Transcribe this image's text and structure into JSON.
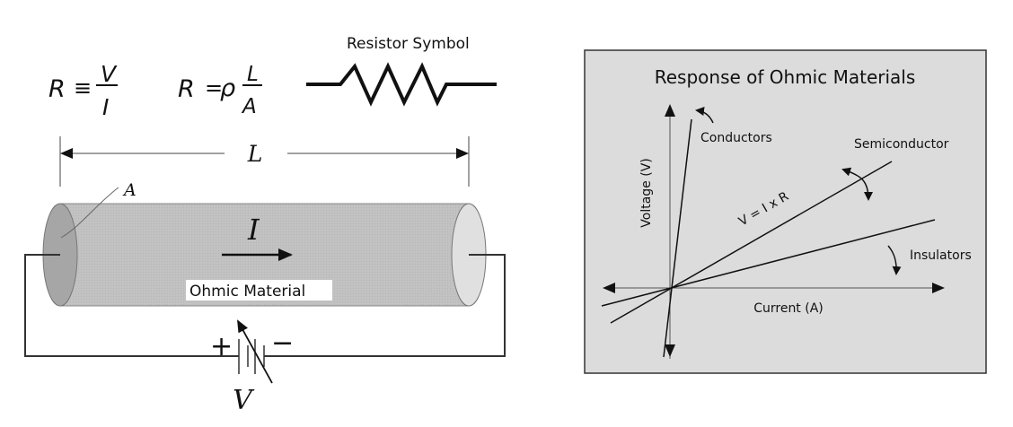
{
  "left_panel": {
    "formula_1": {
      "lhs": "R",
      "op": "≡",
      "numerator": "V",
      "denominator": "I"
    },
    "formula_2": {
      "lhs": "R",
      "op": "=",
      "coef": "ρ",
      "numerator": "L",
      "denominator": "A"
    },
    "resistor_label": "Resistor Symbol",
    "length_label": "L",
    "area_label": "A",
    "current_label": "I",
    "material_label": "Ohmic Material",
    "battery": {
      "plus": "+",
      "minus": "−",
      "voltage_label": "V"
    }
  },
  "right_panel": {
    "title": "Response of Ohmic Materials",
    "y_axis_label": "Voltage (V)",
    "x_axis_label": "Current (A)",
    "lines": [
      {
        "name": "Conductors",
        "label": "Conductors"
      },
      {
        "name": "Semiconductor",
        "label": "Semiconductor",
        "equation": "V = I x R"
      },
      {
        "name": "Insulators",
        "label": "Insulators"
      }
    ]
  },
  "colors": {
    "panel_bg": "#dcdcdc",
    "cylinder_body": "#bdbdbd",
    "cylinder_left_face": "#a8a8a8",
    "cylinder_right_face": "#e0e0e0",
    "ink": "#111111"
  }
}
